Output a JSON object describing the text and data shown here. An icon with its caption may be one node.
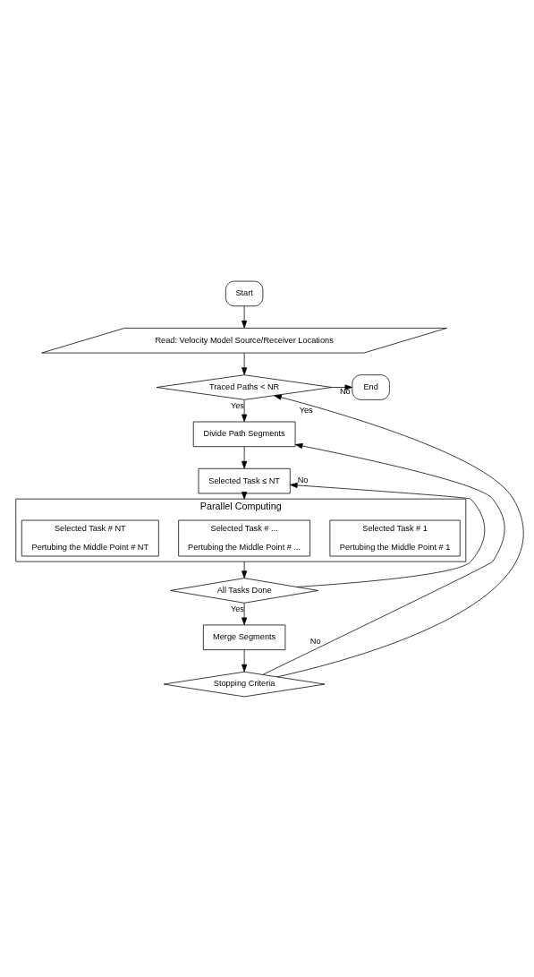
{
  "diagram": {
    "nodes": [
      {
        "text": [
          "Start"
        ]
      },
      {
        "text": [
          "Read: Velocity Model Source/Receiver Locations"
        ]
      },
      {
        "text": [
          "Traced Paths < NR"
        ]
      },
      {
        "text": [
          "End"
        ]
      },
      {
        "text": [
          "Divide Path Segments"
        ]
      },
      {
        "text": [
          "Selected Task ≤ NT"
        ]
      },
      {
        "text": [
          "Parallel Computing"
        ]
      },
      {
        "text": [
          "Selected Task # 1",
          "Pertubing the Middle Point # 1"
        ],
        "in": 6
      },
      {
        "text": [
          "Selected Task # ...",
          "Pertubing the Middle Point # ..."
        ],
        "in": 6
      },
      {
        "text": [
          "Selected Task # NT",
          "Pertubing the Middle Point # NT"
        ],
        "in": 6
      },
      {
        "text": [
          "All Tasks Done"
        ]
      },
      {
        "text": [
          "Merge Segments"
        ]
      },
      {
        "text": [
          "Stopping Criteria"
        ]
      }
    ],
    "edges": [
      {
        "from": 0,
        "to": 1,
        "arrow": "to"
      },
      {
        "from": 1,
        "to": 2,
        "arrow": "to"
      },
      {
        "from": 2,
        "to": 3,
        "arrow": "to",
        "label": "No"
      },
      {
        "from": 2,
        "to": 4,
        "arrow": "to",
        "label": "Yes"
      },
      {
        "from": 4,
        "to": 5,
        "arrow": "to"
      },
      {
        "from": 5,
        "to": 6,
        "arrow": "to"
      },
      {
        "from": 6,
        "to": 10,
        "arrow": "to"
      },
      {
        "from": 10,
        "to": 5,
        "arrow": "to",
        "label": "No"
      },
      {
        "from": 10,
        "to": 11,
        "arrow": "to",
        "label": "Yes"
      },
      {
        "from": 11,
        "to": 12,
        "arrow": "to"
      },
      {
        "from": 12,
        "to": 2,
        "arrow": "to",
        "label": "Yes"
      },
      {
        "from": 12,
        "to": 4,
        "arrow": "to",
        "label": "No"
      }
    ]
  }
}
